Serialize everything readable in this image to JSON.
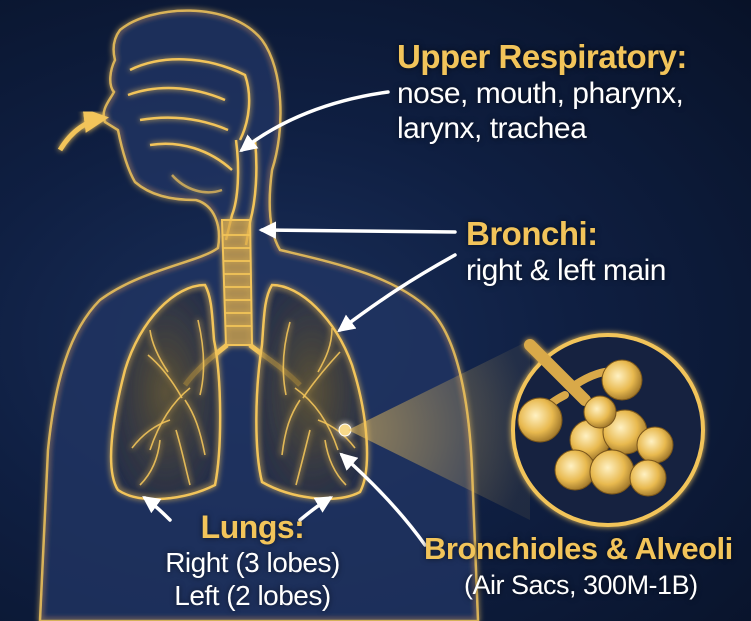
{
  "labels": {
    "upper": {
      "heading": "Upper Respiratory:",
      "lines": [
        "nose, mouth, pharynx,",
        "larynx, trachea"
      ]
    },
    "bronchi": {
      "heading": "Bronchi:",
      "lines": [
        "right & left main"
      ]
    },
    "lungs": {
      "heading": "Lungs:",
      "lines": [
        "Right (3 lobes)",
        "Left (2 lobes)"
      ]
    },
    "bronchioles": {
      "heading": "Bronchioles & Alveoli",
      "lines": [
        "(Air Sacs, 300M-1B)"
      ]
    }
  },
  "colors": {
    "background": "#0f1f42",
    "glow": "#f2c45a",
    "heading_text": "#f2c45a",
    "body_text": "#ffffff",
    "arrow": "#ffffff"
  },
  "icons": {
    "inhale_arrow": "curved-arrow-icon",
    "lung_arrows": "curved-arrow-icon"
  }
}
